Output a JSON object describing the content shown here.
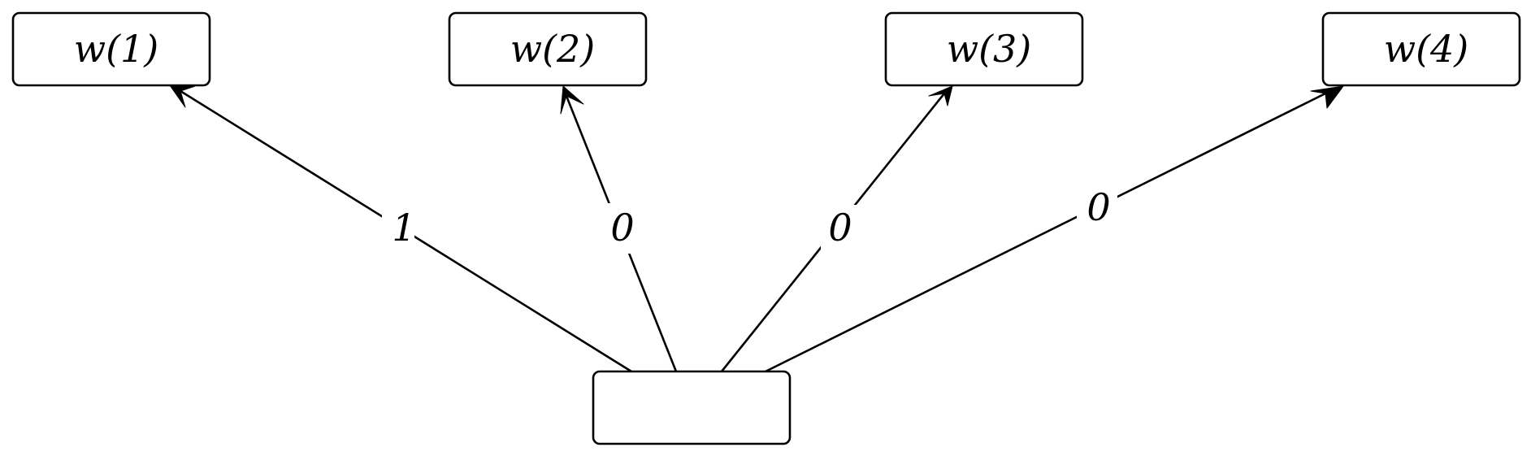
{
  "diagram": {
    "targets": [
      {
        "label": "w(1)"
      },
      {
        "label": "w(2)"
      },
      {
        "label": "w(3)"
      },
      {
        "label": "w(4)"
      }
    ],
    "source": {
      "label": ""
    },
    "edges": [
      {
        "to": "w(1)",
        "label": "1"
      },
      {
        "to": "w(2)",
        "label": "0"
      },
      {
        "to": "w(3)",
        "label": "0"
      },
      {
        "to": "w(4)",
        "label": "0"
      }
    ],
    "colors": {
      "stroke": "#000000",
      "background": "#ffffff"
    }
  }
}
